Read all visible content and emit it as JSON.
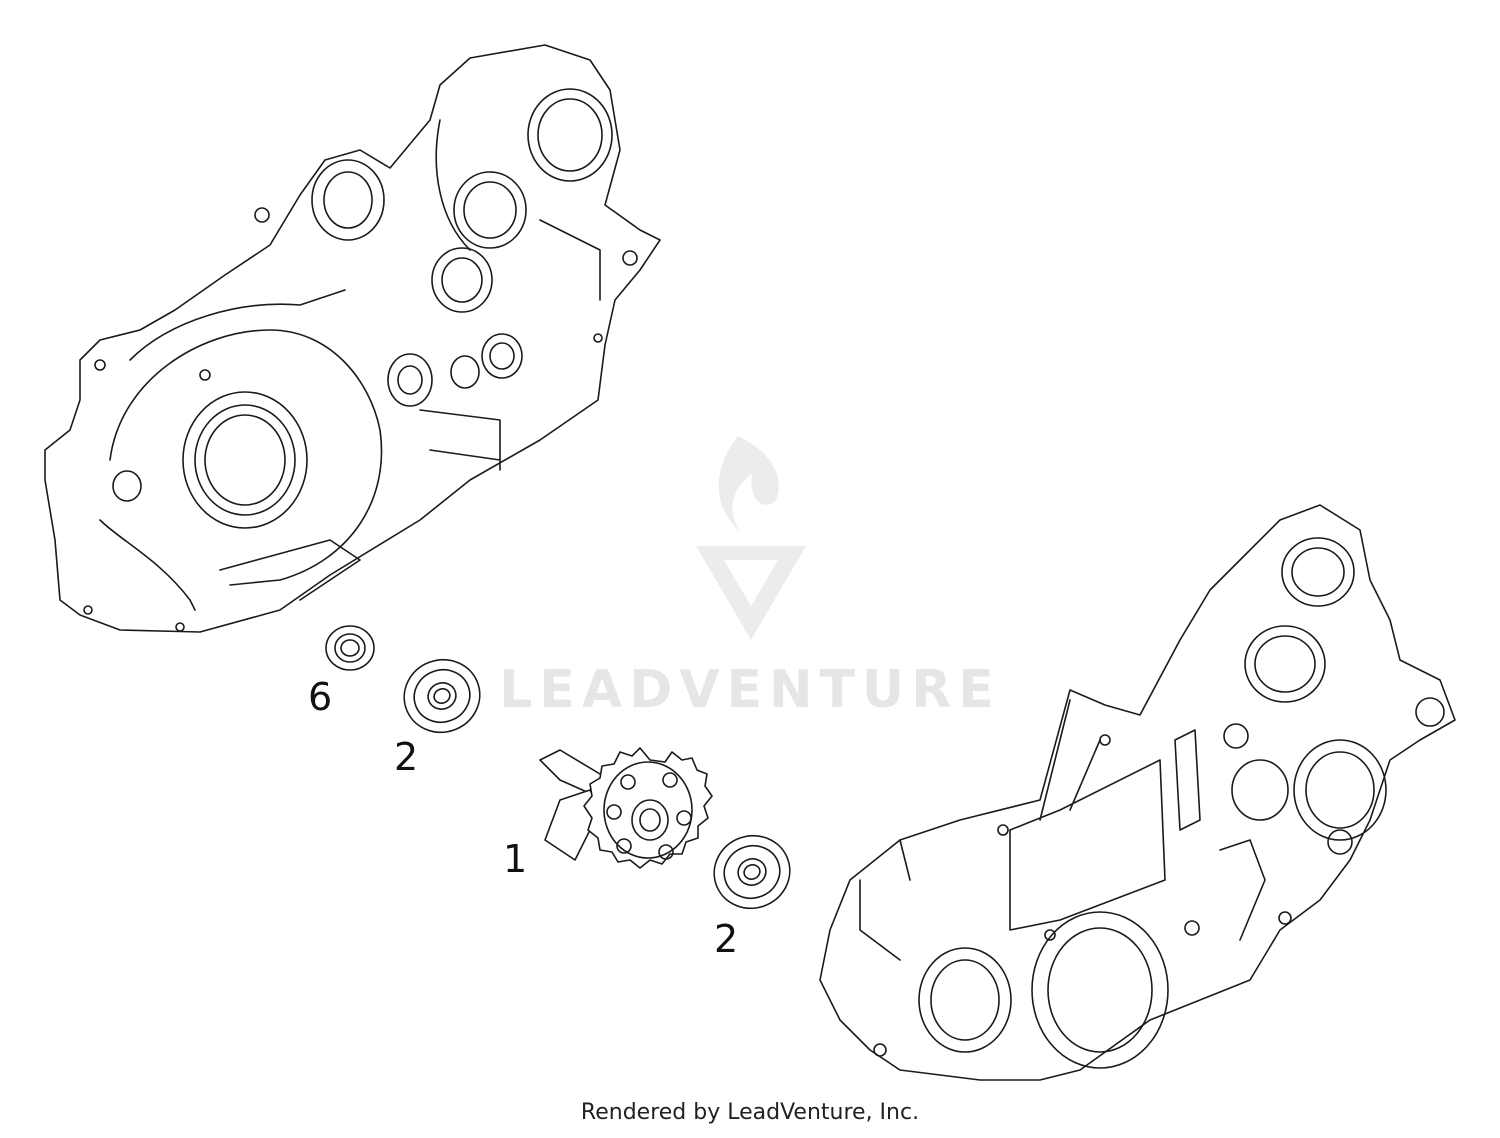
{
  "diagram": {
    "callouts": [
      {
        "id": "c6",
        "label": "6"
      },
      {
        "id": "c2a",
        "label": "2"
      },
      {
        "id": "c1",
        "label": "1"
      },
      {
        "id": "c2b",
        "label": "2"
      }
    ]
  },
  "watermark": {
    "text": "LEADVENTURE"
  },
  "footer": {
    "credit": "Rendered by LeadVenture, Inc."
  }
}
